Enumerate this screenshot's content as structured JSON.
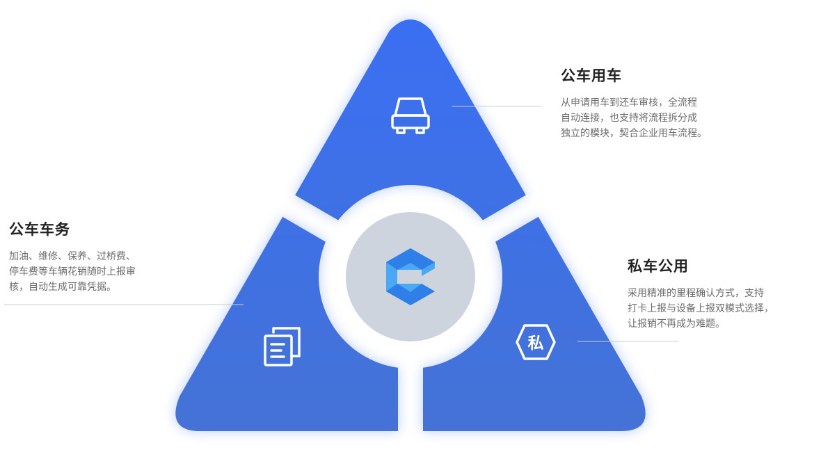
{
  "colors": {
    "gradient_top": "#3a6ff2",
    "gradient_bottom": "#4472d6",
    "center_circle": "#cdd4de",
    "logo_light": "#4aa8f5",
    "logo_dark": "#2f7fe8",
    "connector_line": "#c8ccd3",
    "icon_stroke": "#ffffff"
  },
  "icons": {
    "top": "car-icon",
    "left": "documents-icon",
    "right": "private-hexagon-icon",
    "center": "brand-logo-icon"
  },
  "private_icon_char": "私",
  "sections": {
    "top": {
      "title": "公车用车",
      "lines": [
        "从申请用车到还车审核，全流程",
        "自动连接，也支持将流程拆分成",
        "独立的模块，契合企业用车流程。"
      ]
    },
    "left": {
      "title": "公车车务",
      "lines": [
        "加油、维修、保养、过桥费、",
        "停车费等车辆花销随时上报审",
        "核，自动生成可靠凭据。"
      ]
    },
    "right": {
      "title": "私车公用",
      "lines": [
        "采用精准的里程确认方式，支持",
        "打卡上报与设备上报双模式选择，",
        "让报销不再成为难题。"
      ]
    }
  }
}
